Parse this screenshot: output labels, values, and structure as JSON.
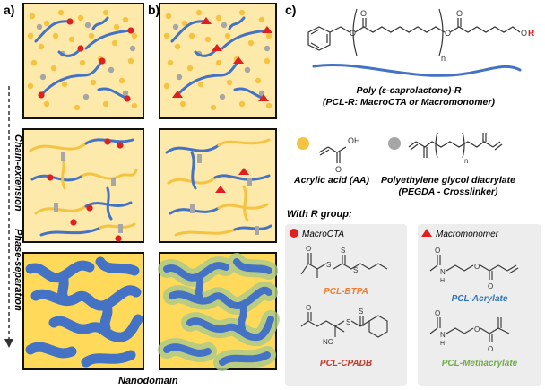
{
  "panels": {
    "a_label": "a)",
    "b_label": "b)",
    "c_label": "c)"
  },
  "process": {
    "step1": "Chain-extension",
    "step2": "Phase-separation"
  },
  "bottom_caption": "Nanodomain",
  "polymer": {
    "name_line1": "Poly (ε-caprolactone)-R",
    "name_line2": "(PCL-R: MacroCTA or Macromonomer)",
    "subscript": "n",
    "r_label": "R"
  },
  "monomers": {
    "aa_name": "Acrylic acid (AA)",
    "pegda_line1": "Polyethylene glycol diacrylate",
    "pegda_line2": "(PEGDA - Crosslinker)",
    "pegda_subscript": "n"
  },
  "r_groups": {
    "heading": "With R group:",
    "macrocta_title": "MacroCTA",
    "macromonomer_title": "Macromonomer",
    "items": [
      "PCL-BTPA",
      "PCL-Acrylate",
      "PCL-CPADB",
      "PCL-Methacrylate"
    ],
    "atom_labels": {
      "s": "S",
      "o": "O",
      "h": "H",
      "n": "N",
      "nc": "NC",
      "oh": "OH"
    }
  },
  "colors": {
    "pcl_blue": "#4472c4",
    "aa_yellow": "#f5c342",
    "background_yellow": "#fde9a9",
    "pegda_grey": "#a6a6a6",
    "cta_red": "#e02020",
    "btpa_orange": "#ed7d31",
    "acrylate_blue": "#2e75b6",
    "cpadb_red": "#c0392b",
    "methacrylate_green": "#70ad47",
    "r_box_bg": "#ededed"
  }
}
